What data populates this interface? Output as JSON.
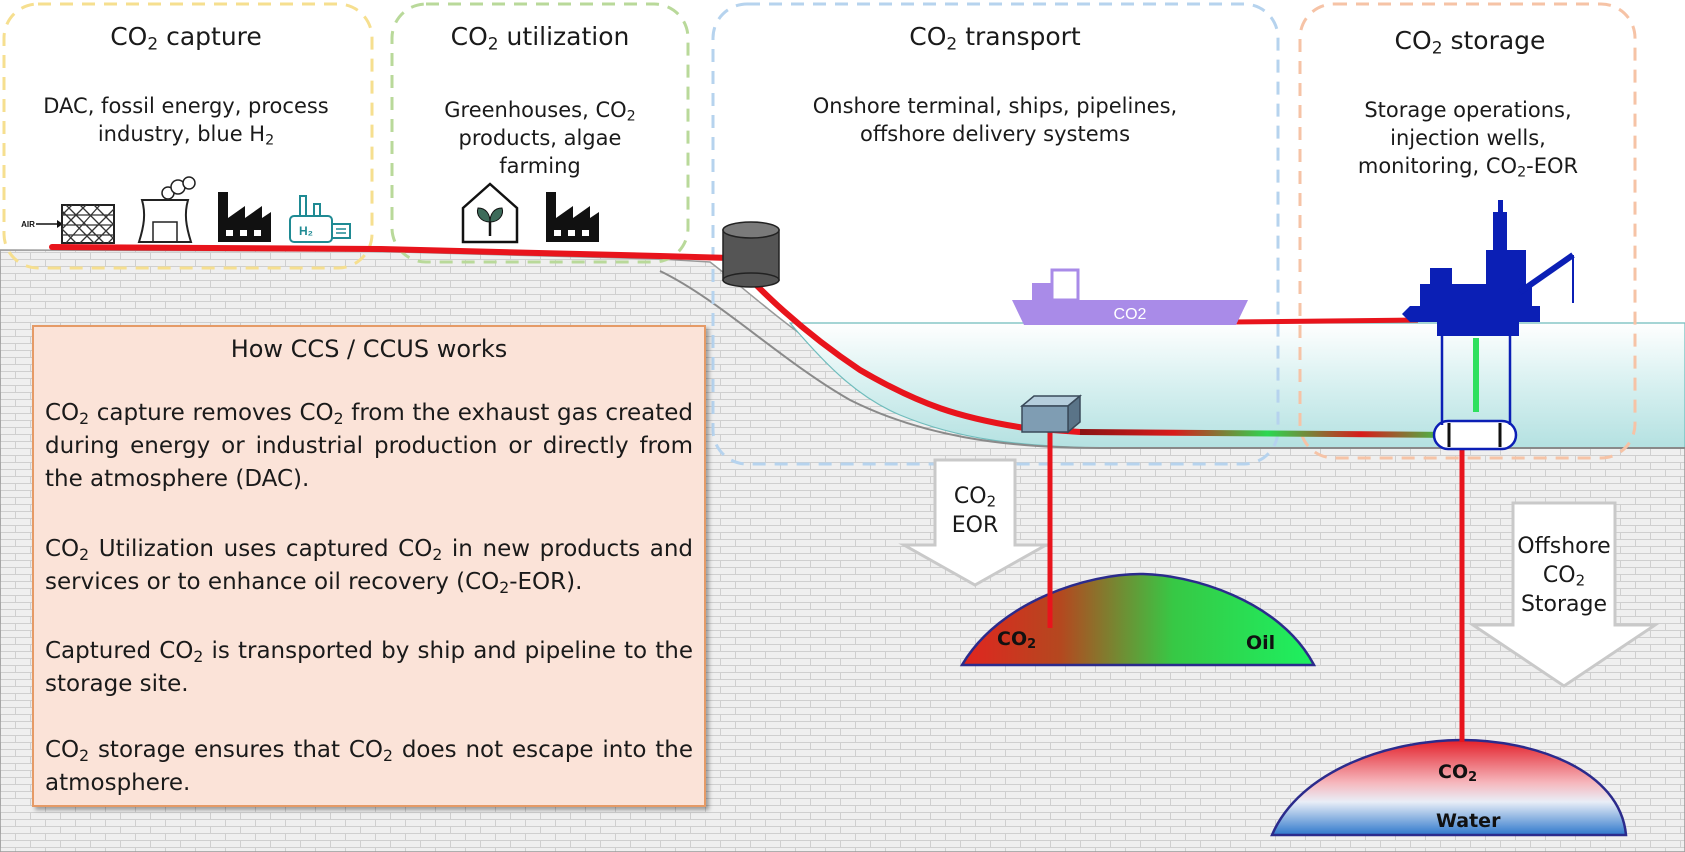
{
  "stages": [
    {
      "id": "capture",
      "title_prefix": "CO",
      "title_sub": "2",
      "title_suffix": " capture",
      "desc_before": "DAC, fossil energy, process industry, blue H",
      "desc_sub": "2",
      "desc_after": "",
      "color": "#f6df8f"
    },
    {
      "id": "utilization",
      "title_prefix": "CO",
      "title_sub": "2",
      "title_suffix": " utilization",
      "desc_before": "Greenhouses, CO",
      "desc_sub": "2",
      "desc_after": " products, algae farming",
      "color": "#b9d99a"
    },
    {
      "id": "transport",
      "title_prefix": "CO",
      "title_sub": "2",
      "title_suffix": " transport",
      "desc_before": "Onshore terminal, ships, pipelines, offshore delivery systems",
      "desc_sub": "",
      "desc_after": "",
      "color": "#b6d3ee"
    },
    {
      "id": "storage",
      "title_prefix": "CO",
      "title_sub": "2",
      "title_suffix": " storage",
      "desc_before": "Storage operations, injection wells, monitoring, CO",
      "desc_sub": "2",
      "desc_after": "-EOR",
      "color": "#f6c3a6"
    }
  ],
  "capture_icons": {
    "air_label": "AIR",
    "h2_label": "H₂"
  },
  "ship_label": "CO2",
  "arrows": {
    "eor": {
      "prefix": "CO",
      "sub": "2",
      "suffix": " EOR"
    },
    "storage": {
      "line1": "Offshore",
      "prefix": "CO",
      "sub": "2",
      "line3": "Storage"
    }
  },
  "reservoirs": {
    "oil": {
      "co2_prefix": "CO",
      "co2_sub": "2",
      "oil_label": "Oil"
    },
    "water": {
      "co2_prefix": "CO",
      "co2_sub": "2",
      "water_label": "Water"
    }
  },
  "info": {
    "title": "How CCS / CCUS works",
    "p1": {
      "a": "CO",
      "s1": "2",
      "b": " capture removes CO",
      "s2": "2",
      "c": " from the exhaust gas created during energy or industrial production or directly from the atmosphere (DAC)."
    },
    "p2": {
      "a": "CO",
      "s1": "2",
      "b": " Utilization uses captured CO",
      "s2": "2",
      "c": " in new products and services or to enhance oil recovery (CO",
      "s3": "2",
      "d": "-EOR)."
    },
    "p3": {
      "a": "Captured CO",
      "s1": "2",
      "b": " is transported by ship and pipeline to the storage site."
    },
    "p4": {
      "a": "CO",
      "s1": "2",
      "b": " storage ensures that CO",
      "s2": "2",
      "c": " does not escape into the atmosphere."
    }
  },
  "colors": {
    "pipeline": "#e8141c",
    "ship": "#a98be8",
    "platform": "#0b1fb5",
    "sea": "#cdecec",
    "ground": "#eeeeee",
    "info_fill": "#fbe3d8",
    "info_border": "#e59a66",
    "co2_red": "#e0252a",
    "oil_green": "#22e65a",
    "water_blue": "#2f7fd0"
  }
}
